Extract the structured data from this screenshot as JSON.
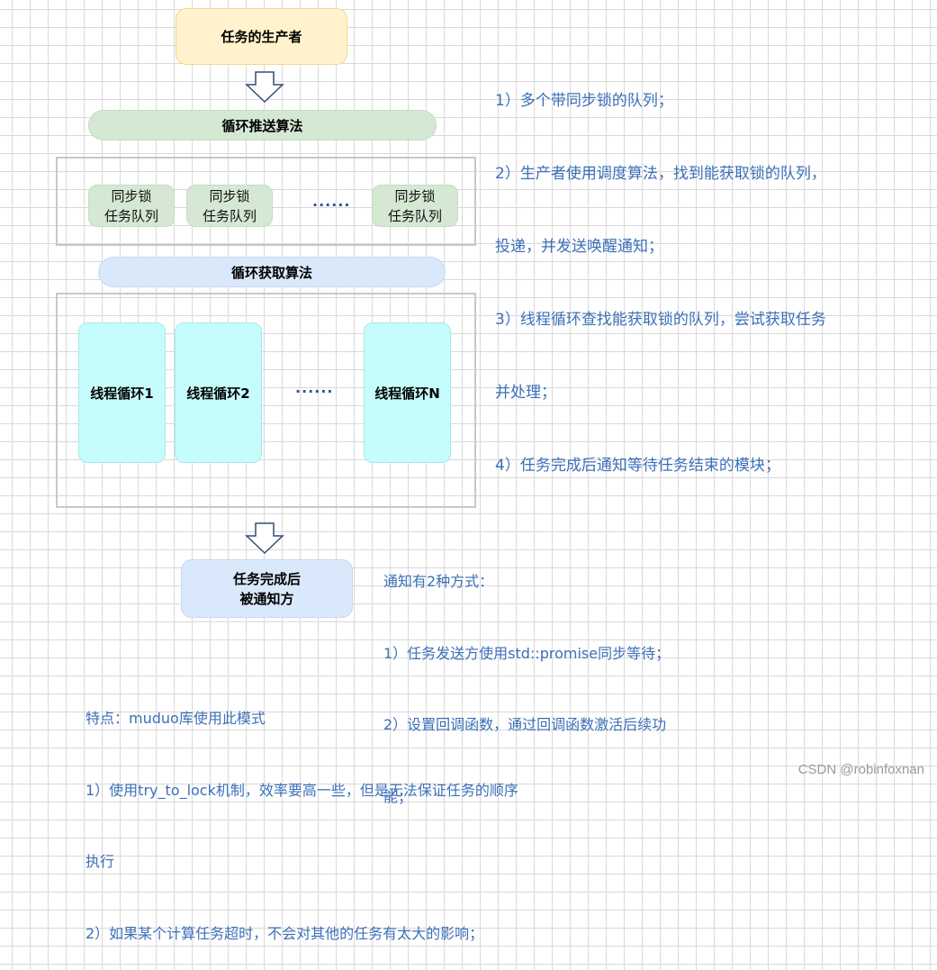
{
  "diagram": {
    "producer_label": "任务的生产者",
    "push_algorithm_label": "循环推送算法",
    "queues": [
      {
        "line1": "同步锁",
        "line2": "任务队列"
      },
      {
        "line1": "同步锁",
        "line2": "任务队列"
      },
      {
        "line1": "同步锁",
        "line2": "任务队列"
      }
    ],
    "queue_ellipsis": "......",
    "fetch_algorithm_label": "循环获取算法",
    "threads": [
      "线程循环1",
      "线程循环2",
      "线程循环N"
    ],
    "thread_ellipsis": "......",
    "notified_line1": "任务完成后",
    "notified_line2": "被通知方",
    "colors": {
      "producer_fill": "#fff2cc",
      "green_fill": "#d5e8d4",
      "blue_fill": "#dae8fc",
      "thread_fill": "#c5fcfc",
      "note_text": "#3c6fb8"
    }
  },
  "notes": {
    "top_right": [
      "1）多个带同步锁的队列；",
      "2）生产者使用调度算法，找到能获取锁的队列，",
      "投递，并发送唤醒通知；",
      "3）线程循环查找能获取锁的队列，尝试获取任务",
      "并处理；",
      "4）任务完成后通知等待任务结束的模块；"
    ],
    "notification": [
      "通知有2种方式：",
      "1）任务发送方使用std::promise同步等待；",
      "2）设置回调函数，通过回调函数激活后续功",
      "能；"
    ],
    "features": [
      "特点：muduo库使用此模式",
      "1）使用try_to_lock机制，效率要高一些，但是无法保证任务的顺序",
      "执行",
      "2）如果某个计算任务超时，不会对其他的任务有太大的影响；"
    ]
  },
  "watermark": "CSDN @robinfoxnan"
}
